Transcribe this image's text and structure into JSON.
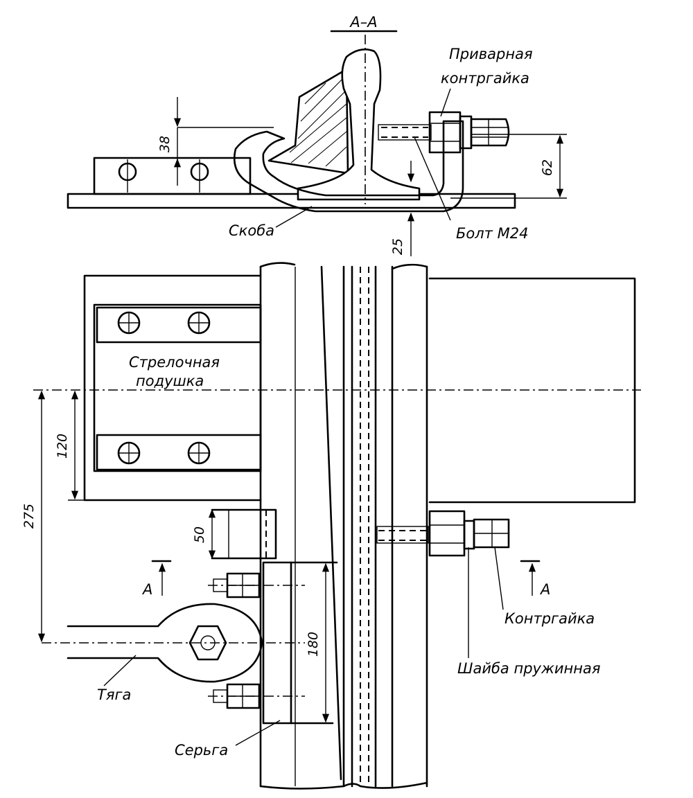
{
  "section_mark": "А–А",
  "labels": {
    "welded_locknut": [
      "Приварная",
      "контргайка"
    ],
    "bracket": "Скоба",
    "bolt": "Болт М24",
    "switch_pad": [
      "Стрелочная",
      "подушка"
    ],
    "locknut": "Контргайка",
    "spring_washer": "Шайба пружинная",
    "rod": "Тяга",
    "earring": "Серьга",
    "section_a_left": "А",
    "section_a_right": "А"
  },
  "dimensions": {
    "d38": "38",
    "d62": "62",
    "d25": "25",
    "d120": "120",
    "d275": "275",
    "d50": "50",
    "d180": "180"
  }
}
